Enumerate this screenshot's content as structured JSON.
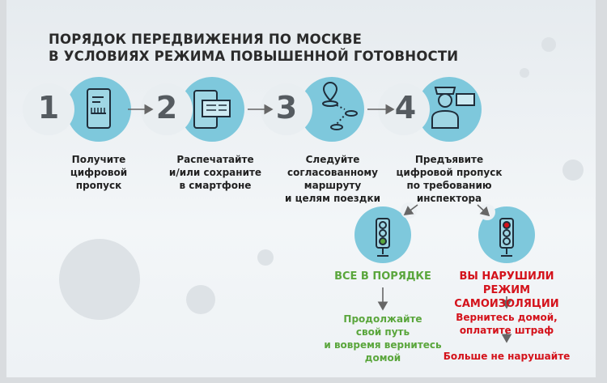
{
  "title": {
    "line1": "ПОРЯДОК ПЕРЕДВИЖЕНИЯ ПО МОСКВЕ",
    "line2": "В УСЛОВИЯХ РЕЖИМА ПОВЫШЕННОЙ ГОТОВНОСТИ"
  },
  "colors": {
    "circle": "#7ec8dc",
    "number": "#555b60",
    "ok": "#5aa63c",
    "violation": "#d4121b"
  },
  "steps": [
    {
      "number": "1",
      "icon": "phone-barcode-icon",
      "lines": [
        "Получите",
        "цифровой",
        "пропуск"
      ]
    },
    {
      "number": "2",
      "icon": "phone-ticket-icon",
      "lines": [
        "Распечатайте",
        "и/или сохраните",
        "в смартфоне"
      ]
    },
    {
      "number": "3",
      "icon": "route-map-icon",
      "lines": [
        "Следуйте",
        "согласованному",
        "маршруту",
        "и целям поездки"
      ]
    },
    {
      "number": "4",
      "icon": "inspector-icon",
      "lines": [
        "Предъявите",
        "цифровой пропуск",
        "по требованию",
        "инспектора"
      ]
    }
  ],
  "outcomes": {
    "ok": {
      "icon": "traffic-light-green-icon",
      "status": "ВСЕ В ПОРЯДКЕ",
      "action": [
        "Продолжайте",
        "свой путь",
        "и вовремя вернитесь",
        "домой"
      ]
    },
    "violation": {
      "icon": "traffic-light-red-icon",
      "status": [
        "ВЫ НАРУШИЛИ",
        "РЕЖИМ САМОИЗОЛЯЦИИ"
      ],
      "action": [
        "Вернитесь домой,",
        "оплатите штраф"
      ],
      "final": "Больше не нарушайте"
    }
  }
}
